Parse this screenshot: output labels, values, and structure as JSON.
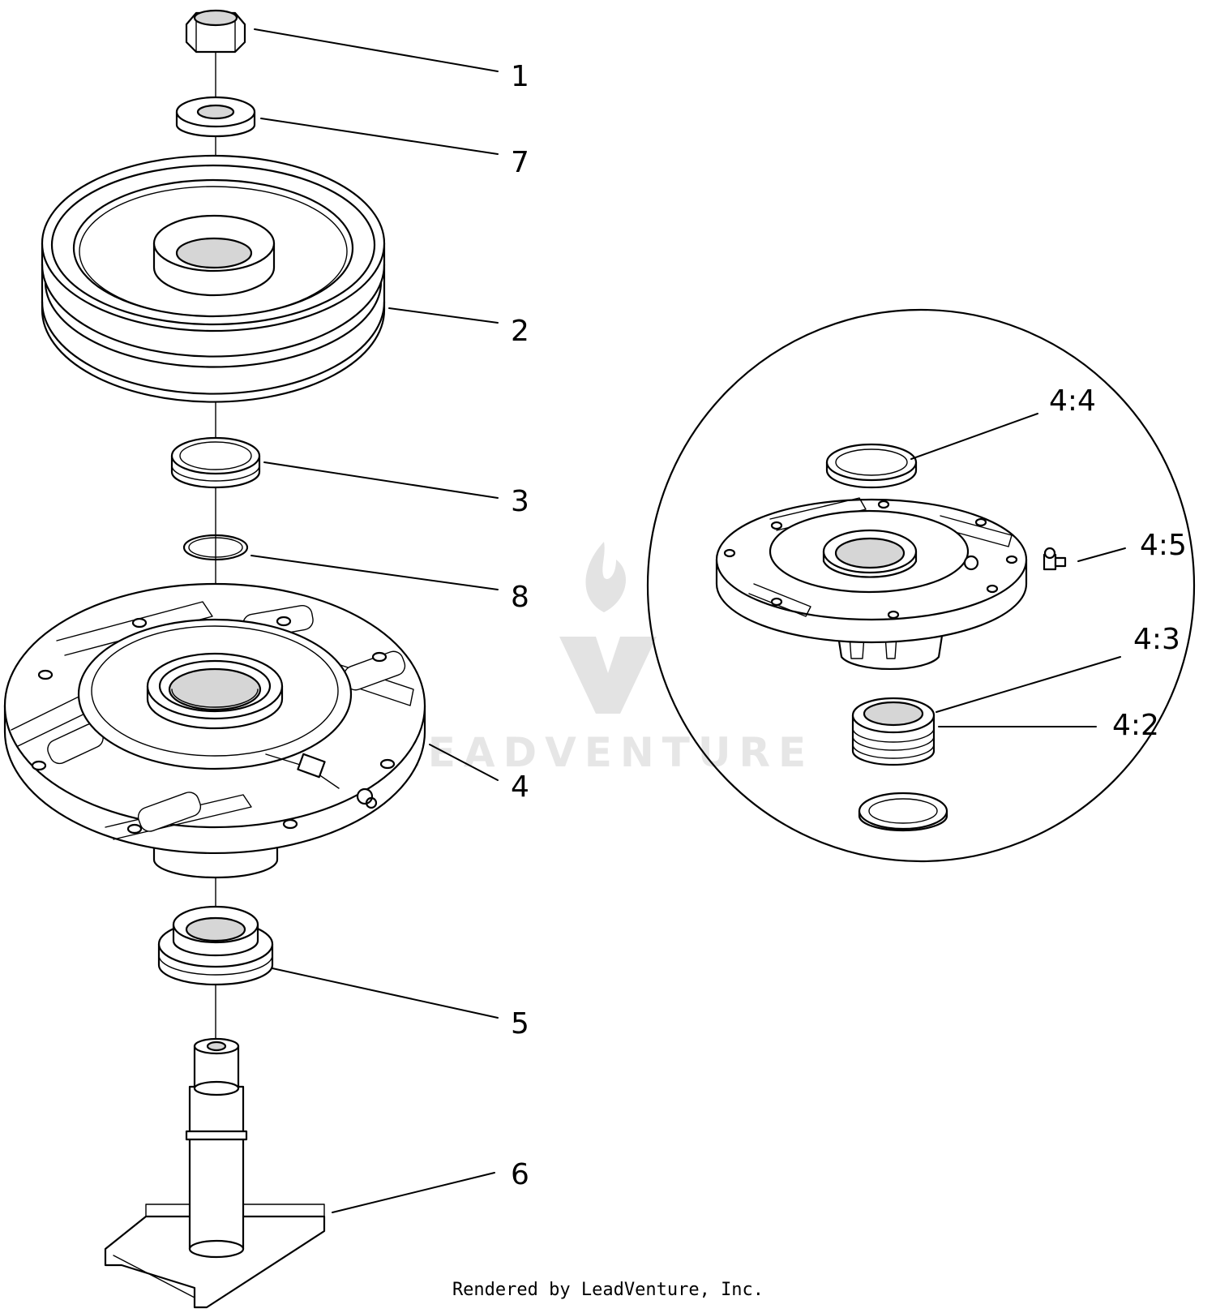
{
  "callouts": {
    "c1": "1",
    "c7": "7",
    "c2": "2",
    "c3": "3",
    "c8": "8",
    "c4": "4",
    "c5": "5",
    "c6": "6",
    "c4_4": "4:4",
    "c4_5": "4:5",
    "c4_3": "4:3",
    "c4_2": "4:2"
  },
  "watermark": {
    "text": "LEADVENTURE",
    "color": "#e6e6e6"
  },
  "footer": {
    "text": "Rendered by LeadVenture, Inc."
  }
}
